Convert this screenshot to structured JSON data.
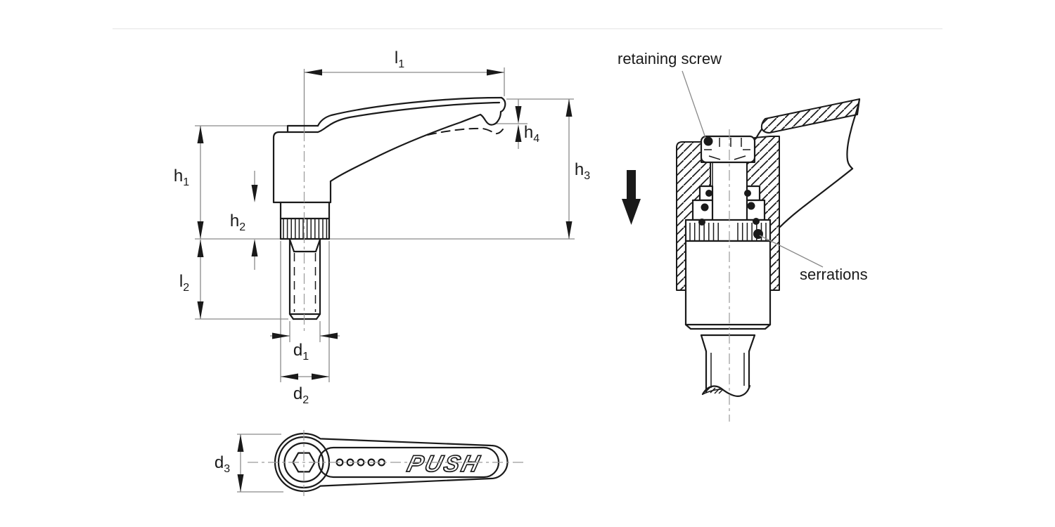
{
  "diagram": {
    "labels": {
      "l1": {
        "base": "l",
        "sub": "1"
      },
      "l2": {
        "base": "l",
        "sub": "2"
      },
      "h1": {
        "base": "h",
        "sub": "1"
      },
      "h2": {
        "base": "h",
        "sub": "2"
      },
      "h3": {
        "base": "h",
        "sub": "3"
      },
      "h4": {
        "base": "h",
        "sub": "4"
      },
      "d1": {
        "base": "d",
        "sub": "1"
      },
      "d2": {
        "base": "d",
        "sub": "2"
      },
      "d3": {
        "base": "d",
        "sub": "3"
      }
    },
    "annotations": {
      "retaining_screw": "retaining screw",
      "serrations": "serrations"
    },
    "handle_text": "PUSH",
    "colors": {
      "line": "#1a1a1a",
      "dimension": "#8a8a8a",
      "background": "#ffffff"
    }
  }
}
